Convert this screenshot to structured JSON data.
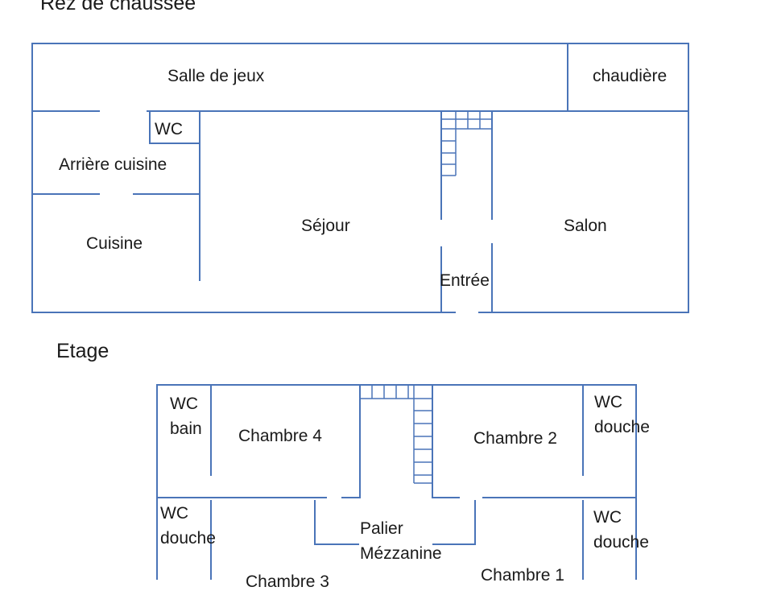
{
  "ground_floor": {
    "title": "Rez de chaussée",
    "rooms": {
      "salle_de_jeux": "Salle de jeux",
      "chaudiere": "chaudière",
      "wc": "WC",
      "arriere_cuisine": "Arrière cuisine",
      "cuisine": "Cuisine",
      "sejour": "Séjour",
      "salon": "Salon",
      "entree": "Entrée"
    }
  },
  "upper_floor": {
    "title": "Etage",
    "rooms": {
      "wc_bain": [
        "WC",
        "bain"
      ],
      "chambre_4": "Chambre 4",
      "chambre_2": "Chambre 2",
      "wc_douche_right_top": [
        "WC",
        "douche"
      ],
      "wc_douche_left": [
        "WC",
        "douche"
      ],
      "palier": [
        "Palier",
        "Mézzanine"
      ],
      "wc_douche_right_bottom": [
        "WC",
        "douche"
      ],
      "chambre_3": "Chambre 3",
      "chambre_1": "Chambre 1"
    }
  }
}
